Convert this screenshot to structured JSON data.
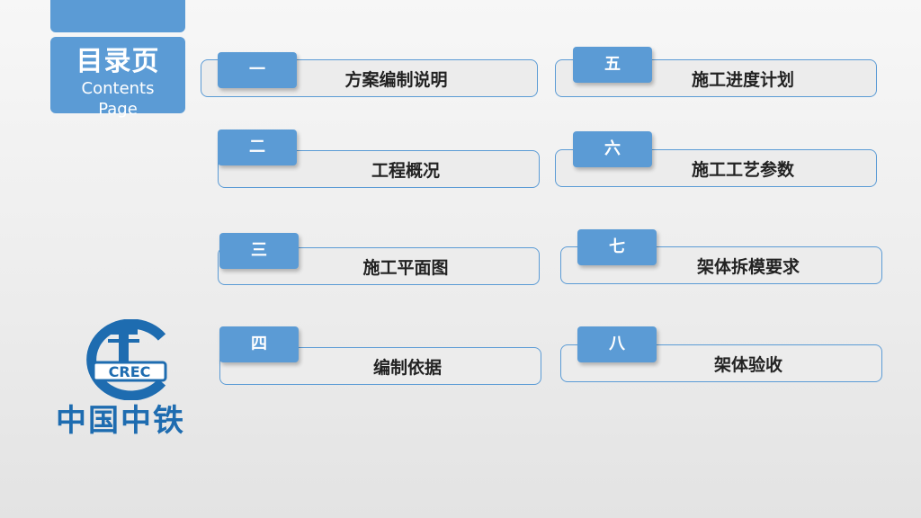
{
  "title": {
    "main": "目录页",
    "sub": "Contents Page"
  },
  "items": [
    {
      "num": "一",
      "label": "方案编制说明"
    },
    {
      "num": "二",
      "label": "工程概况"
    },
    {
      "num": "三",
      "label": "施工平面图"
    },
    {
      "num": "四",
      "label": "编制依据"
    },
    {
      "num": "五",
      "label": "施工进度计划"
    },
    {
      "num": "六",
      "label": "施工工艺参数"
    },
    {
      "num": "七",
      "label": "架体拆模要求"
    },
    {
      "num": "八",
      "label": "架体验收"
    }
  ],
  "logo": {
    "text": "中国中铁",
    "emblem_text": "CREC"
  },
  "colors": {
    "accent": "#5b9bd5",
    "logo_blue": "#1e6cb0",
    "text": "#222222"
  }
}
